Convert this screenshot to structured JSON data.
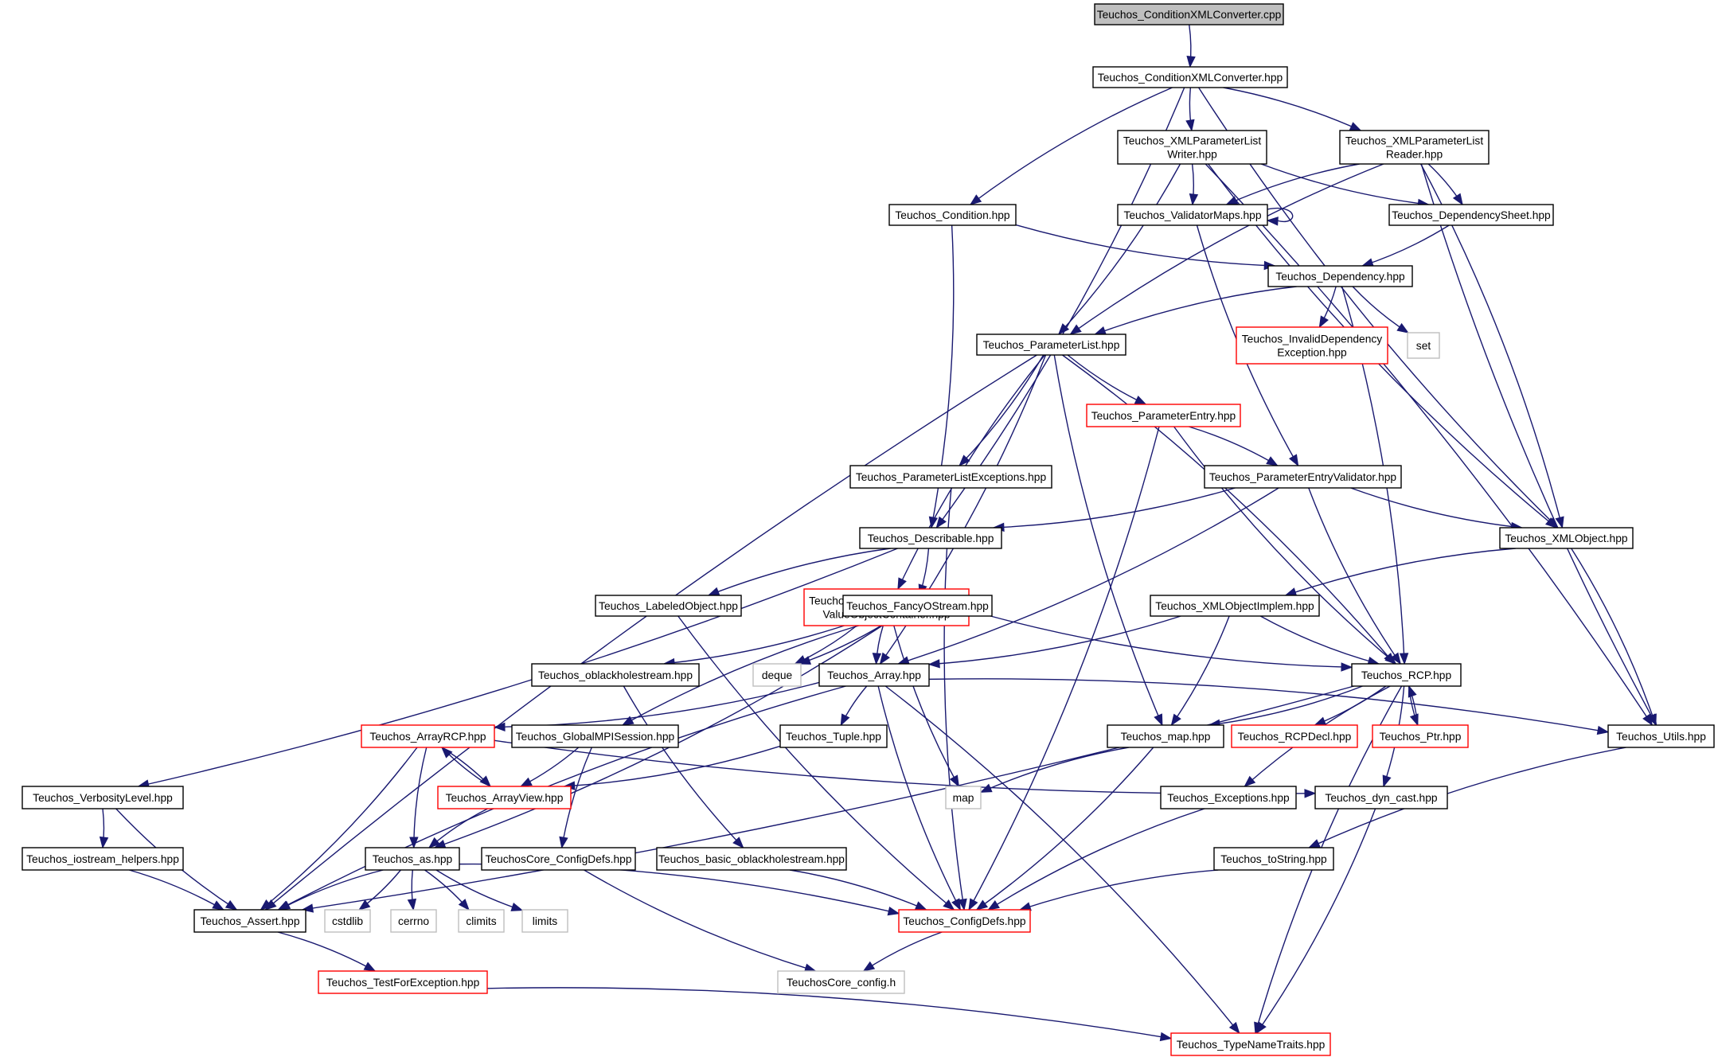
{
  "nodes": [
    {
      "id": "root",
      "style": "root",
      "lines": [
        "Teuchos_ConditionXMLConverter.cpp"
      ]
    },
    {
      "id": "cxc",
      "style": "normal",
      "lines": [
        "Teuchos_ConditionXMLConverter.hpp"
      ]
    },
    {
      "id": "xplw",
      "style": "normal",
      "lines": [
        "Teuchos_XMLParameterList",
        "Writer.hpp"
      ]
    },
    {
      "id": "xplr",
      "style": "normal",
      "lines": [
        "Teuchos_XMLParameterList",
        "Reader.hpp"
      ]
    },
    {
      "id": "cond",
      "style": "normal",
      "lines": [
        "Teuchos_Condition.hpp"
      ]
    },
    {
      "id": "vmaps",
      "style": "normal",
      "lines": [
        "Teuchos_ValidatorMaps.hpp"
      ]
    },
    {
      "id": "dsheet",
      "style": "normal",
      "lines": [
        "Teuchos_DependencySheet.hpp"
      ]
    },
    {
      "id": "dep",
      "style": "normal",
      "lines": [
        "Teuchos_Dependency.hpp"
      ]
    },
    {
      "id": "invdep",
      "style": "red",
      "lines": [
        "Teuchos_InvalidDependency",
        "Exception.hpp"
      ]
    },
    {
      "id": "set",
      "style": "gray",
      "lines": [
        "set"
      ]
    },
    {
      "id": "plist",
      "style": "normal",
      "lines": [
        "Teuchos_ParameterList.hpp"
      ]
    },
    {
      "id": "pentry",
      "style": "red",
      "lines": [
        "Teuchos_ParameterEntry.hpp"
      ]
    },
    {
      "id": "plexc",
      "style": "normal",
      "lines": [
        "Teuchos_ParameterListExceptions.hpp"
      ]
    },
    {
      "id": "pev",
      "style": "normal",
      "lines": [
        "Teuchos_ParameterEntryValidator.hpp"
      ]
    },
    {
      "id": "descr",
      "style": "normal",
      "lines": [
        "Teuchos_Describable.hpp"
      ]
    },
    {
      "id": "xmlobj",
      "style": "normal",
      "lines": [
        "Teuchos_XMLObject.hpp"
      ]
    },
    {
      "id": "sivo",
      "style": "red",
      "lines": [
        "Teuchos_StringIndexedOrdered",
        "ValueObjectContainer.hpp"
      ]
    },
    {
      "id": "fos",
      "style": "normal",
      "lines": [
        "Teuchos_FancyOStream.hpp"
      ]
    },
    {
      "id": "lobj",
      "style": "normal",
      "lines": [
        "Teuchos_LabeledObject.hpp"
      ]
    },
    {
      "id": "xoi",
      "style": "normal",
      "lines": [
        "Teuchos_XMLObjectImplem.hpp"
      ]
    },
    {
      "id": "obhs",
      "style": "normal",
      "lines": [
        "Teuchos_oblackholestream.hpp"
      ]
    },
    {
      "id": "deque",
      "style": "gray",
      "lines": [
        "deque"
      ]
    },
    {
      "id": "array",
      "style": "normal",
      "lines": [
        "Teuchos_Array.hpp"
      ]
    },
    {
      "id": "rcp",
      "style": "normal",
      "lines": [
        "Teuchos_RCP.hpp"
      ]
    },
    {
      "id": "arcp",
      "style": "red",
      "lines": [
        "Teuchos_ArrayRCP.hpp"
      ]
    },
    {
      "id": "gmpi",
      "style": "normal",
      "lines": [
        "Teuchos_GlobalMPISession.hpp"
      ]
    },
    {
      "id": "tuple",
      "style": "normal",
      "lines": [
        "Teuchos_Tuple.hpp"
      ]
    },
    {
      "id": "tmap",
      "style": "normal",
      "lines": [
        "Teuchos_map.hpp"
      ]
    },
    {
      "id": "rcpdecl",
      "style": "red",
      "lines": [
        "Teuchos_RCPDecl.hpp"
      ]
    },
    {
      "id": "ptr",
      "style": "red",
      "lines": [
        "Teuchos_Ptr.hpp"
      ]
    },
    {
      "id": "utils",
      "style": "normal",
      "lines": [
        "Teuchos_Utils.hpp"
      ]
    },
    {
      "id": "vlevel",
      "style": "normal",
      "lines": [
        "Teuchos_VerbosityLevel.hpp"
      ]
    },
    {
      "id": "aview",
      "style": "red",
      "lines": [
        "Teuchos_ArrayView.hpp"
      ]
    },
    {
      "id": "map",
      "style": "gray",
      "lines": [
        "map"
      ]
    },
    {
      "id": "exc",
      "style": "normal",
      "lines": [
        "Teuchos_Exceptions.hpp"
      ]
    },
    {
      "id": "dyncast",
      "style": "normal",
      "lines": [
        "Teuchos_dyn_cast.hpp"
      ]
    },
    {
      "id": "iosh",
      "style": "normal",
      "lines": [
        "Teuchos_iostream_helpers.hpp"
      ]
    },
    {
      "id": "as",
      "style": "normal",
      "lines": [
        "Teuchos_as.hpp"
      ]
    },
    {
      "id": "ccd",
      "style": "normal",
      "lines": [
        "TeuchosCore_ConfigDefs.hpp"
      ]
    },
    {
      "id": "bobhs",
      "style": "normal",
      "lines": [
        "Teuchos_basic_oblackholestream.hpp"
      ]
    },
    {
      "id": "tostr",
      "style": "normal",
      "lines": [
        "Teuchos_toString.hpp"
      ]
    },
    {
      "id": "assert",
      "style": "normal",
      "lines": [
        "Teuchos_Assert.hpp"
      ]
    },
    {
      "id": "cstdlib",
      "style": "gray",
      "lines": [
        "cstdlib"
      ]
    },
    {
      "id": "cerrno",
      "style": "gray",
      "lines": [
        "cerrno"
      ]
    },
    {
      "id": "climits",
      "style": "gray",
      "lines": [
        "climits"
      ]
    },
    {
      "id": "limits",
      "style": "gray",
      "lines": [
        "limits"
      ]
    },
    {
      "id": "cdefs",
      "style": "red",
      "lines": [
        "Teuchos_ConfigDefs.hpp"
      ]
    },
    {
      "id": "tfe",
      "style": "red",
      "lines": [
        "Teuchos_TestForException.hpp"
      ]
    },
    {
      "id": "ccfg",
      "style": "gray",
      "lines": [
        "TeuchosCore_config.h"
      ]
    },
    {
      "id": "tnt",
      "style": "red",
      "lines": [
        "Teuchos_TypeNameTraits.hpp"
      ]
    }
  ],
  "edges": [
    [
      "root",
      "cxc"
    ],
    [
      "cxc",
      "xplw"
    ],
    [
      "cxc",
      "xplr"
    ],
    [
      "cxc",
      "cond"
    ],
    [
      "cxc",
      "descr"
    ],
    [
      "cxc",
      "xmlobj"
    ],
    [
      "xplw",
      "vmaps"
    ],
    [
      "xplw",
      "dsheet"
    ],
    [
      "xplw",
      "plist"
    ],
    [
      "xplw",
      "xmlobj"
    ],
    [
      "xplw",
      "utils"
    ],
    [
      "xplr",
      "vmaps"
    ],
    [
      "xplr",
      "dsheet"
    ],
    [
      "xplr",
      "plist"
    ],
    [
      "xplr",
      "xmlobj"
    ],
    [
      "xplr",
      "utils"
    ],
    [
      "vmaps",
      "vmaps"
    ],
    [
      "vmaps",
      "pev"
    ],
    [
      "dsheet",
      "dep"
    ],
    [
      "cond",
      "dep"
    ],
    [
      "cond",
      "descr"
    ],
    [
      "dep",
      "plist"
    ],
    [
      "dep",
      "invdep"
    ],
    [
      "dep",
      "set"
    ],
    [
      "dep",
      "rcp"
    ],
    [
      "plist",
      "pentry"
    ],
    [
      "plist",
      "plexc"
    ],
    [
      "plist",
      "sivo"
    ],
    [
      "plist",
      "array"
    ],
    [
      "plist",
      "tmap"
    ],
    [
      "plist",
      "rcp"
    ],
    [
      "plist",
      "assert"
    ],
    [
      "pentry",
      "pev"
    ],
    [
      "pentry",
      "rcp"
    ],
    [
      "pentry",
      "cdefs"
    ],
    [
      "plexc",
      "cdefs"
    ],
    [
      "pev",
      "descr"
    ],
    [
      "pev",
      "xmlobj"
    ],
    [
      "pev",
      "array"
    ],
    [
      "pev",
      "rcp"
    ],
    [
      "descr",
      "fos"
    ],
    [
      "descr",
      "lobj"
    ],
    [
      "descr",
      "vlevel"
    ],
    [
      "xmlobj",
      "xoi"
    ],
    [
      "xmlobj",
      "utils"
    ],
    [
      "sivo",
      "array"
    ],
    [
      "sivo",
      "deque"
    ],
    [
      "sivo",
      "map"
    ],
    [
      "fos",
      "obhs"
    ],
    [
      "fos",
      "gmpi"
    ],
    [
      "fos",
      "deque"
    ],
    [
      "fos",
      "rcp"
    ],
    [
      "fos",
      "as"
    ],
    [
      "lobj",
      "cdefs"
    ],
    [
      "xoi",
      "array"
    ],
    [
      "xoi",
      "rcp"
    ],
    [
      "xoi",
      "tmap"
    ],
    [
      "obhs",
      "bobhs"
    ],
    [
      "array",
      "arcp"
    ],
    [
      "array",
      "tuple"
    ],
    [
      "array",
      "utils"
    ],
    [
      "array",
      "cdefs"
    ],
    [
      "array",
      "tnt"
    ],
    [
      "array",
      "assert"
    ],
    [
      "rcp",
      "rcpdecl"
    ],
    [
      "rcp",
      "ptr"
    ],
    [
      "rcp",
      "tmap"
    ],
    [
      "rcp",
      "exc"
    ],
    [
      "rcp",
      "dyncast"
    ],
    [
      "rcp",
      "tnt"
    ],
    [
      "rcp",
      "assert"
    ],
    [
      "ptr",
      "rcp"
    ],
    [
      "arcp",
      "aview"
    ],
    [
      "arcp",
      "as"
    ],
    [
      "arcp",
      "assert"
    ],
    [
      "arcp",
      "dyncast"
    ],
    [
      "aview",
      "arcp"
    ],
    [
      "aview",
      "as"
    ],
    [
      "gmpi",
      "aview"
    ],
    [
      "gmpi",
      "ccd"
    ],
    [
      "tuple",
      "aview"
    ],
    [
      "tmap",
      "map"
    ],
    [
      "tmap",
      "cdefs"
    ],
    [
      "utils",
      "tostr"
    ],
    [
      "vlevel",
      "iosh"
    ],
    [
      "vlevel",
      "assert"
    ],
    [
      "iosh",
      "assert"
    ],
    [
      "as",
      "assert"
    ],
    [
      "as",
      "cstdlib"
    ],
    [
      "as",
      "cerrno"
    ],
    [
      "as",
      "climits"
    ],
    [
      "as",
      "limits"
    ],
    [
      "as",
      "cdefs"
    ],
    [
      "exc",
      "cdefs"
    ],
    [
      "dyncast",
      "tnt"
    ],
    [
      "ccd",
      "ccfg"
    ],
    [
      "bobhs",
      "cdefs"
    ],
    [
      "tostr",
      "cdefs"
    ],
    [
      "assert",
      "tfe"
    ],
    [
      "cdefs",
      "ccfg"
    ],
    [
      "tfe",
      "tnt"
    ]
  ],
  "colors": {
    "edge": "#191970",
    "box_border": "#000000",
    "box_border_missing": "#ff0000",
    "box_border_external": "#bfbfbf",
    "root_fill": "#bfbfbf",
    "background": "#ffffff"
  }
}
